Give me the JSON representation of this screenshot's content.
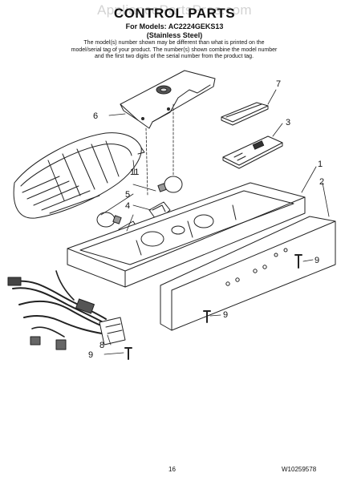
{
  "header": {
    "watermark": "AppliancePartsPros.com",
    "title": "CONTROL PARTS",
    "models": "For Models: AC2224GEKS13",
    "finish": "(Stainless Steel)",
    "note": "The model(s) number shown may be different than what is printed on the model/serial tag of your product. The number(s) shown combine the model number and the first two digits of the serial number from the product tag."
  },
  "callouts": [
    "1",
    "2",
    "3",
    "4",
    "5",
    "6",
    "7",
    "8",
    "9",
    "11"
  ],
  "footer": {
    "page_number": "16",
    "document_number": "W10259578"
  }
}
